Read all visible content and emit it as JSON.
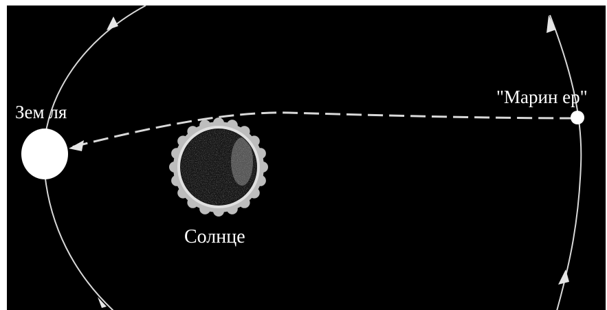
{
  "labels": {
    "earth": "Зем ля",
    "sun": "Солнце",
    "mariner": "\"Марин ер\""
  },
  "colors": {
    "background": "#000000",
    "frame": "#ffffff",
    "planet": "#ffffff",
    "sun_disk": "#1a1a1a",
    "sun_corona": "#bdbdbd",
    "orbit": "#d9d9d9",
    "text": "#ffffff"
  },
  "icons": {
    "earth": "white-disk",
    "sun": "textured-disk-with-corona",
    "mariner": "small-white-dot",
    "direction": "arrow-head"
  }
}
